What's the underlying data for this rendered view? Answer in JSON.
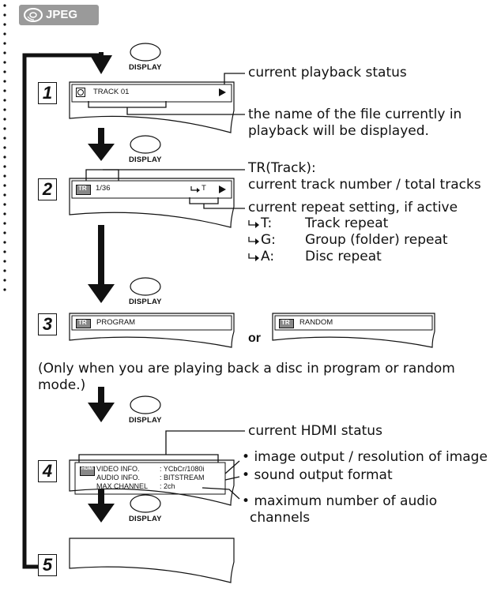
{
  "badge": {
    "label": "JPEG",
    "icon": "disc-icon"
  },
  "display_button_label": "DISPLAY",
  "steps": [
    "1",
    "2",
    "3",
    "4",
    "5"
  ],
  "screen1": {
    "track": "TRACK 01",
    "annot_status": "current playback status",
    "annot_filename": "the name of the file currently in playback will be displayed."
  },
  "screen2": {
    "tr_icon": "TR",
    "count": "1/36",
    "repeat": "T",
    "annot_tr_title": "TR(Track):",
    "annot_tr_desc": "current track number / total tracks",
    "annot_repeat": "current repeat setting, if active",
    "repeat_modes": [
      {
        "code": "T:",
        "desc": "Track repeat"
      },
      {
        "code": "G:",
        "desc": "Group (folder) repeat"
      },
      {
        "code": "A:",
        "desc": "Disc repeat"
      }
    ]
  },
  "screen3": {
    "program": "PROGRAM",
    "or": "or",
    "random": "RANDOM",
    "note": "(Only when you are playing back a disc in program or random mode.)"
  },
  "screen4": {
    "hdmi_icon": "HDMI",
    "rows": [
      {
        "label": "VIDEO INFO.",
        "value": ": YCbCr/1080i"
      },
      {
        "label": "AUDIO INFO.",
        "value": ": BITSTREAM"
      },
      {
        "label": "MAX CHANNEL",
        "value": ": 2ch"
      }
    ],
    "annot_hdmi": "current HDMI status",
    "annot_items": [
      "image output / resolution of image",
      "sound output format",
      "maximum number of audio channels"
    ]
  }
}
